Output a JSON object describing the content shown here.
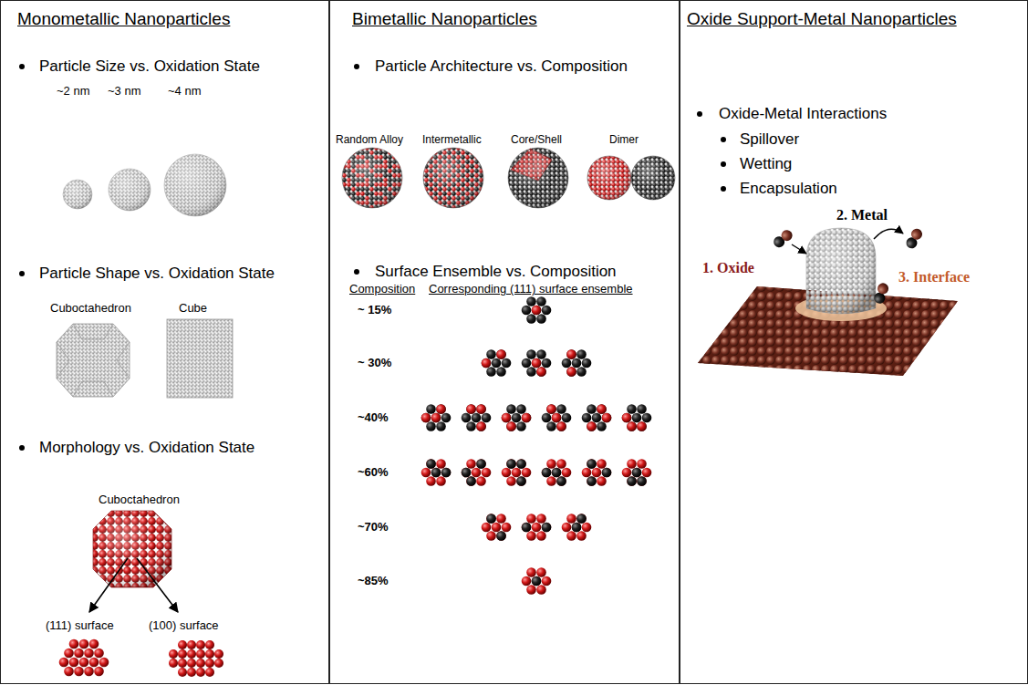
{
  "diagram": {
    "nodes": [
      {
        "text": [
          "Monometallic Nanoparticles",
          "Particle Size vs. Oxidation State",
          "Particle Shape vs. Oxidation State",
          "Morphology vs. Oxidation State"
        ]
      },
      {
        "text": [
          "Bimetallic Nanoparticles",
          "Particle Architecture vs. Composition",
          "Surface Ensemble vs. Composition"
        ]
      },
      {
        "text": [
          "Oxide Support-Metal Nanoparticles",
          "Oxide-Metal Interactions",
          "Spillover",
          "Wetting",
          "Encapsulation"
        ]
      }
    ],
    "labels": [
      "~2 nm",
      "~3 nm",
      "~4 nm",
      "Cuboctahedron",
      "Cube",
      "Cuboctahedron",
      "(111) surface",
      "(100) surface",
      "Random Alloy",
      "Intermetallic",
      "Core/Shell",
      "Dimer",
      "Composition",
      "Corresponding (111) surface ensemble",
      "~ 15%",
      "~ 30%",
      "~40%",
      "~60%",
      "~70%",
      "~85%",
      "1. Oxide",
      "2. Metal",
      "3. Interface"
    ]
  }
}
